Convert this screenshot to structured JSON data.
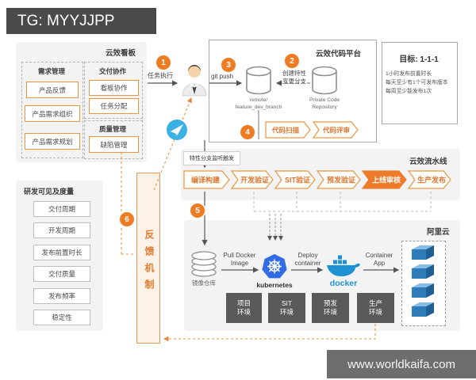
{
  "header": {
    "title": "TG: MYYJJPP"
  },
  "watermark": "www.worldkaifa.com",
  "kanban": {
    "title": "云效看板",
    "requirements": {
      "title": "需求管理",
      "items": [
        "产品反馈",
        "产品需求组织",
        "产品需求规划"
      ]
    },
    "delivery": {
      "title": "交付协作",
      "items": [
        "看板协作",
        "任务分配"
      ]
    },
    "quality": {
      "title": "质量管理",
      "items": [
        "缺陷管理"
      ]
    }
  },
  "steps": {
    "s1": {
      "num": "1",
      "label": "任务执行"
    },
    "s2": {
      "num": "2",
      "line1": "创建特性",
      "line2": "变更分支"
    },
    "s3": {
      "num": "3",
      "label": "git push"
    },
    "s4": {
      "num": "4"
    },
    "s5": {
      "num": "5"
    },
    "s6": {
      "num": "6"
    }
  },
  "code_platform": {
    "title": "云效代码平台",
    "feature_repo": {
      "line1": "remote/",
      "line2": "feature_dev_branch"
    },
    "private_repo": {
      "line1": "Private Code",
      "line2": "Repository"
    },
    "checks": [
      {
        "label": "代码扫描"
      },
      {
        "label": "代码评审"
      }
    ]
  },
  "goal": {
    "title": "目标: 1-1-1",
    "lines": [
      "1小时发布前置时长",
      "每天至少有1个可发布版本",
      "每周至少能发布1次"
    ]
  },
  "pipeline": {
    "title": "云效流水线",
    "trigger": "特性分支监听触发",
    "stages": [
      {
        "label": "编译构建",
        "active": false
      },
      {
        "label": "开发验证",
        "active": false
      },
      {
        "label": "SIT验证",
        "active": false
      },
      {
        "label": "预发验证",
        "active": false
      },
      {
        "label": "上线审核",
        "active": true
      },
      {
        "label": "生产发布",
        "active": false
      }
    ]
  },
  "cloud": {
    "title": "阿里云",
    "registry": "镜像仓库",
    "pull": {
      "line1": "Pull Docker",
      "line2": "Image"
    },
    "kubernetes_label": "kubernetes",
    "deploy": {
      "line1": "Deploy",
      "line2": "container"
    },
    "docker_label": "docker",
    "container_app": {
      "line1": "Container",
      "line2": "App"
    },
    "environments": [
      {
        "line1": "项目",
        "line2": "环境"
      },
      {
        "line1": "SIT",
        "line2": "环境"
      },
      {
        "line1": "预发",
        "line2": "环境"
      },
      {
        "line1": "生产",
        "line2": "环境"
      }
    ]
  },
  "metrics": {
    "title": "研发可见及度量",
    "items": [
      "交付周期",
      "开发周期",
      "发布前置时长",
      "交付质量",
      "发布频率",
      "稳定性"
    ]
  },
  "feedback": {
    "label": "反馈机制"
  },
  "colors": {
    "accent_orange": "#ED7B2A",
    "kubernetes_blue": "#326CE5",
    "docker_blue": "#1D91D1",
    "env_gray": "#595959"
  }
}
